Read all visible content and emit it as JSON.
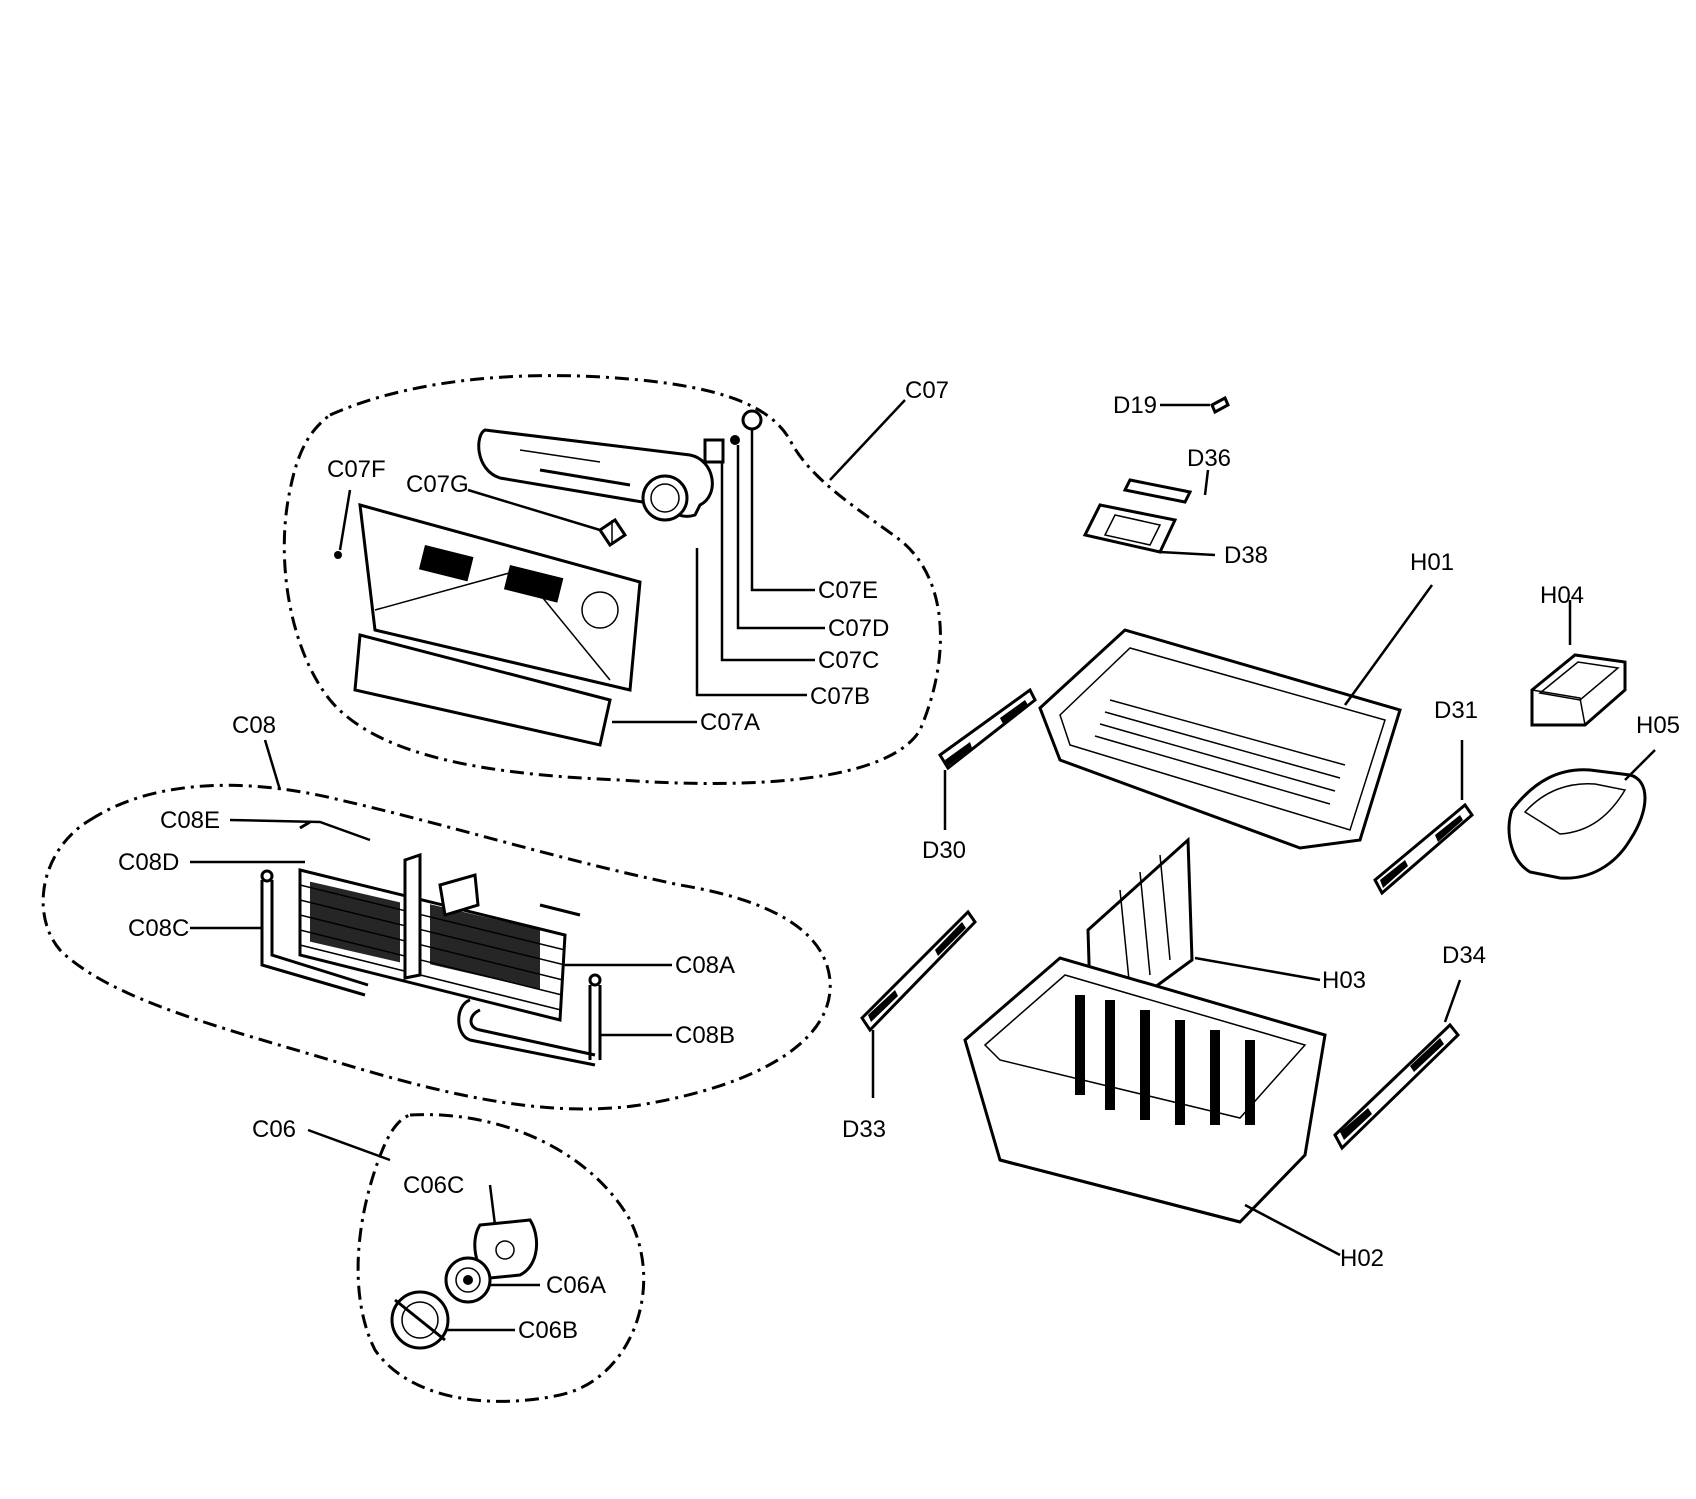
{
  "labels": {
    "C07": "C07",
    "C07F": "C07F",
    "C07G": "C07G",
    "C07E": "C07E",
    "C07D": "C07D",
    "C07C": "C07C",
    "C07B": "C07B",
    "C07A": "C07A",
    "C08": "C08",
    "C08E": "C08E",
    "C08D": "C08D",
    "C08C": "C08C",
    "C08A": "C08A",
    "C08B": "C08B",
    "C06": "C06",
    "C06C": "C06C",
    "C06A": "C06A",
    "C06B": "C06B",
    "D19": "D19",
    "D36": "D36",
    "D38": "D38",
    "D30": "D30",
    "D31": "D31",
    "D33": "D33",
    "D34": "D34",
    "H01": "H01",
    "H02": "H02",
    "H03": "H03",
    "H04": "H04",
    "H05": "H05"
  }
}
